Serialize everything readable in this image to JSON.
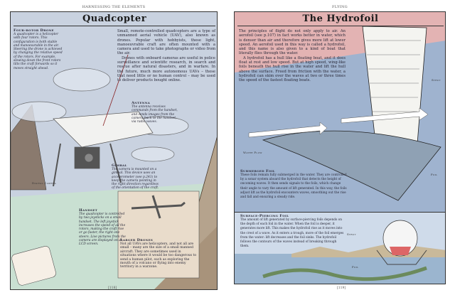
{
  "left_page": {
    "running_head": "HARNESSING THE ELEMENTS",
    "title": "Quadcopter",
    "intro": [
      "Small, remote-controlled quadcopters are a type of unmanned aerial vehicle (UAV), also known as drones. Popular with hobbyists, these light, manoeuvrable craft are often mounted with a camera and used to take photographs or video from the air.",
      "Drones with onboard cameras are useful in police surveillance and scientific research, in search and rescue after natural disasters, and in warfare. In the future, much more autonomous UAVs – those that need little or no human control – may be used to deliver products bought online."
    ],
    "four_rotor": {
      "heading": "Four-rotor Drone",
      "text": "A quadcopter is a helicopter with four rotors. This configuration is both stable and manoeuvrable in the air. Steering the drone is achieved by changing the relative speed of the rotors. For example, slowing down the front rotors tilts the craft forwards so it moves straight ahead."
    },
    "antenna": {
      "heading": "Antenna",
      "text": "The antenna receives commands from the handset, and sends images from the camera back to the handset, via radio waves."
    },
    "gimbal": {
      "heading": "Gimbal",
      "text": "The camera is mounted on a gimbal. This device uses an accelerometer (see p.241) to keep the camera pointing in the right direction regardless of the orientation of the craft."
    },
    "digital_camera_label": "Digital Camera",
    "handset": {
      "heading": "Handset",
      "text": "The quadcopter is controlled by two joysticks on a small handset. The left joystick increases the speed of all the rotors, making the craft rise or go faster, the right one steers. Live pictures from the camera are displayed on an LCD screen."
    },
    "larger_drones": {
      "heading": "Larger Drones",
      "text": "Not all UAVs are helicopters, and not all are small – many are the size of a small manned aircraft. They are sometimes used in situations where it would be too dangerous to send a human pilot, such as exploring the mouth of a volcano or flying into enemy territory in a warzone."
    },
    "page_number": "[118]"
  },
  "right_page": {
    "running_head": "FLYING",
    "title": "The Hydrofoil",
    "intro": [
      "The principles of flight do not only apply to air. An aerofoil (see p.107) in fact works better in water, which is denser than air and therefore gives more lift at lower speed. An aerofoil used in this way is called a hydrofoil, and this name is also given to a kind of boat that literally flies through the water.",
      "A hydrofoil has a hull like a floating boat, and it does float at rest and low speed. But at high speed, wing-like foils beneath the hull rise in the water and lift the hull above the surface. Freed from friction with the water, a hydrofoil can skim over the waves at two or three times the speed of the fastest floating boats."
    ],
    "labels": {
      "strut": "Strut",
      "water_flow": "Water Flow",
      "foil": "Foil",
      "strut2": "Strut",
      "foil2": "Foil"
    },
    "submerged": {
      "heading": "Submerged Foil",
      "text": "These foils remain fully submerged in the water. They are controlled by a sonar system aboard the hydrofoil that detects the height of oncoming waves. It then sends signals to the foils, which change their angle to vary the amount of lift generated. In this way, the foils adjust lift as the hydrofoil encounters waves, smoothing out the rise and fall and ensuring a steady ride."
    },
    "surface_piercing": {
      "heading": "Surface-Piercing Foil",
      "text": "The amount of lift generated by surface-piercing foils depends on the depth of each foil in the water. When the foil is deeper, it generates more lift. This makes the hydrofoil rise as it moves into the crest of a wave. As it enters a trough, more of the foil emerges from the water: lift decreases and the foil sinks. The hydrofoil follows the contours of the waves instead of breaking through them."
    },
    "page_number": "[119]"
  }
}
